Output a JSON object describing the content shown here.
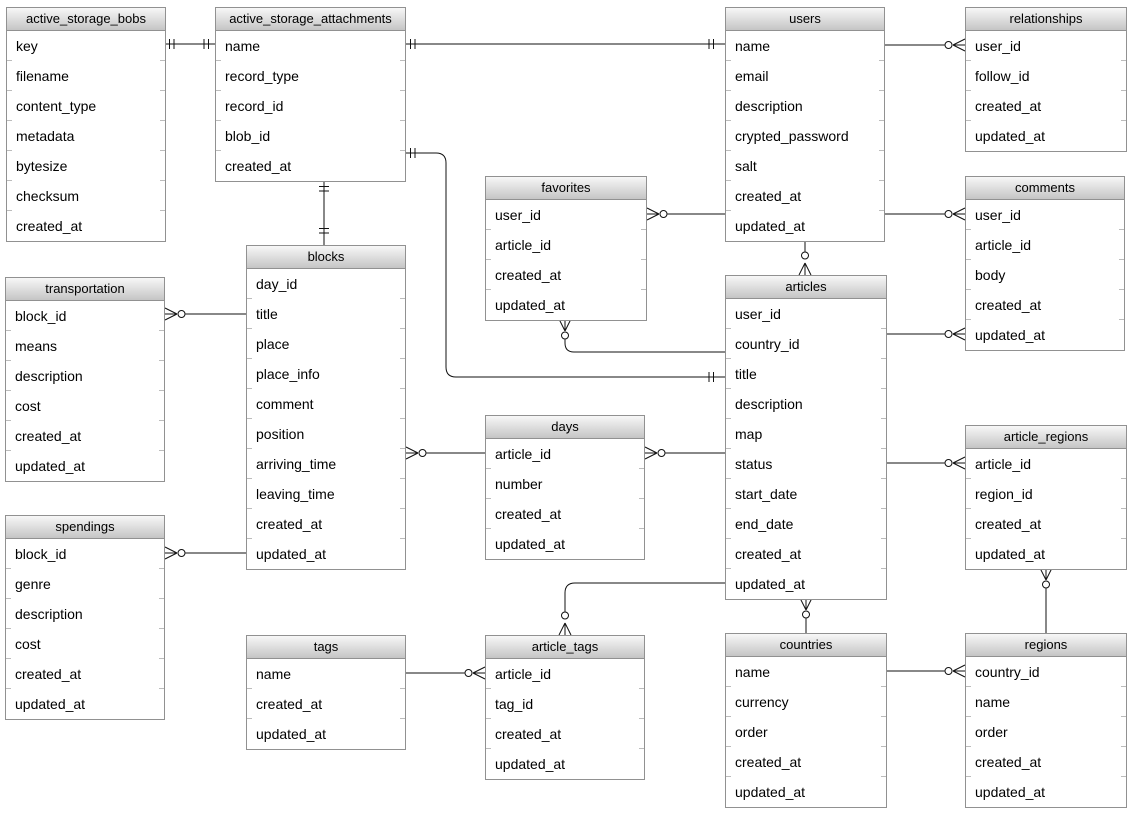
{
  "diagram": {
    "background_color": "#ffffff",
    "line_color": "#111111",
    "table_border_color": "#919191",
    "table_header_gradient": [
      "#f7f7f7",
      "#c5c5c5"
    ],
    "notation": "crows-foot",
    "tables": [
      {
        "id": "active_storage_bobs",
        "title": "active_storage_bobs",
        "fields": [
          "key",
          "filename",
          "content_type",
          "metadata",
          "bytesize",
          "checksum",
          "created_at"
        ]
      },
      {
        "id": "active_storage_attachments",
        "title": "active_storage_attachments",
        "fields": [
          "name",
          "record_type",
          "record_id",
          "blob_id",
          "created_at"
        ]
      },
      {
        "id": "users",
        "title": "users",
        "fields": [
          "name",
          "email",
          "description",
          "crypted_password",
          "salt",
          "created_at",
          "updated_at"
        ]
      },
      {
        "id": "relationships",
        "title": "relationships",
        "fields": [
          "user_id",
          "follow_id",
          "created_at",
          "updated_at"
        ]
      },
      {
        "id": "favorites",
        "title": "favorites",
        "fields": [
          "user_id",
          "article_id",
          "created_at",
          "updated_at"
        ]
      },
      {
        "id": "comments",
        "title": "comments",
        "fields": [
          "user_id",
          "article_id",
          "body",
          "created_at",
          "updated_at"
        ]
      },
      {
        "id": "blocks",
        "title": "blocks",
        "fields": [
          "day_id",
          "title",
          "place",
          "place_info",
          "comment",
          "position",
          "arriving_time",
          "leaving_time",
          "created_at",
          "updated_at"
        ]
      },
      {
        "id": "transportation",
        "title": "transportation",
        "fields": [
          "block_id",
          "means",
          "description",
          "cost",
          "created_at",
          "updated_at"
        ]
      },
      {
        "id": "articles",
        "title": "articles",
        "fields": [
          "user_id",
          "country_id",
          "title",
          "description",
          "map",
          "status",
          "start_date",
          "end_date",
          "created_at",
          "updated_at"
        ]
      },
      {
        "id": "days",
        "title": "days",
        "fields": [
          "article_id",
          "number",
          "created_at",
          "updated_at"
        ]
      },
      {
        "id": "article_regions",
        "title": "article_regions",
        "fields": [
          "article_id",
          "region_id",
          "created_at",
          "updated_at"
        ]
      },
      {
        "id": "spendings",
        "title": "spendings",
        "fields": [
          "block_id",
          "genre",
          "description",
          "cost",
          "created_at",
          "updated_at"
        ]
      },
      {
        "id": "tags",
        "title": "tags",
        "fields": [
          "name",
          "created_at",
          "updated_at"
        ]
      },
      {
        "id": "article_tags",
        "title": "article_tags",
        "fields": [
          "article_id",
          "tag_id",
          "created_at",
          "updated_at"
        ]
      },
      {
        "id": "countries",
        "title": "countries",
        "fields": [
          "name",
          "currency",
          "order",
          "created_at",
          "updated_at"
        ]
      },
      {
        "id": "regions",
        "title": "regions",
        "fields": [
          "country_id",
          "name",
          "order",
          "created_at",
          "updated_at"
        ]
      }
    ],
    "relationships": [
      {
        "from": "active_storage_bobs",
        "to": "active_storage_attachments",
        "cardinality": "one-to-one"
      },
      {
        "from": "active_storage_attachments",
        "to": "users",
        "cardinality": "one-to-one"
      },
      {
        "from": "active_storage_attachments",
        "to": "articles",
        "cardinality": "one-to-one"
      },
      {
        "from": "active_storage_attachments",
        "to": "blocks",
        "cardinality": "one-to-one"
      },
      {
        "from": "users",
        "to": "relationships",
        "cardinality": "one-to-zero-or-many"
      },
      {
        "from": "users",
        "to": "comments",
        "cardinality": "one-to-zero-or-many"
      },
      {
        "from": "users",
        "to": "favorites",
        "cardinality": "one-to-zero-or-many"
      },
      {
        "from": "users",
        "to": "articles",
        "cardinality": "one-to-zero-or-many"
      },
      {
        "from": "articles",
        "to": "favorites",
        "cardinality": "one-to-zero-or-many"
      },
      {
        "from": "articles",
        "to": "days",
        "cardinality": "one-to-zero-or-many"
      },
      {
        "from": "days",
        "to": "blocks",
        "cardinality": "one-to-zero-or-many"
      },
      {
        "from": "blocks",
        "to": "transportation",
        "cardinality": "one-to-zero-or-many"
      },
      {
        "from": "blocks",
        "to": "spendings",
        "cardinality": "one-to-zero-or-many"
      },
      {
        "from": "articles",
        "to": "comments",
        "cardinality": "one-to-zero-or-many"
      },
      {
        "from": "articles",
        "to": "article_regions",
        "cardinality": "one-to-zero-or-many"
      },
      {
        "from": "countries",
        "to": "articles",
        "cardinality": "one-to-zero-or-many"
      },
      {
        "from": "regions",
        "to": "article_regions",
        "cardinality": "one-to-zero-or-many"
      },
      {
        "from": "articles",
        "to": "article_tags",
        "cardinality": "one-to-zero-or-many"
      },
      {
        "from": "tags",
        "to": "article_tags",
        "cardinality": "one-to-zero-or-many"
      },
      {
        "from": "countries",
        "to": "regions",
        "cardinality": "one-to-zero-or-many"
      }
    ]
  }
}
